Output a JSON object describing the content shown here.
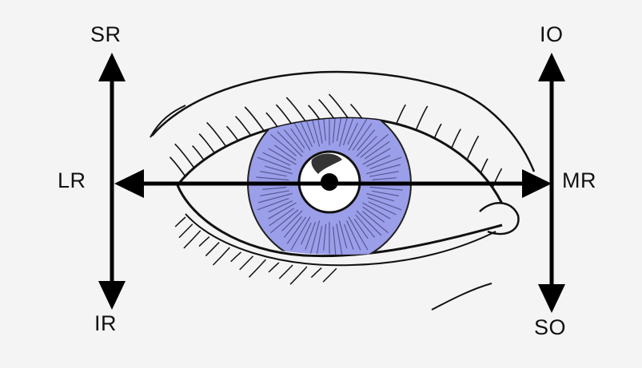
{
  "diagram": {
    "labels": {
      "superior_rectus": "SR",
      "inferior_rectus": "IR",
      "lateral_rectus": "LR",
      "inferior_oblique": "IO",
      "superior_oblique": "SO",
      "medial_rectus": "MR"
    },
    "colors": {
      "iris": "#9b9ee8",
      "outline": "#111111",
      "arrow": "#000000",
      "background": "#f4f4f4"
    }
  }
}
